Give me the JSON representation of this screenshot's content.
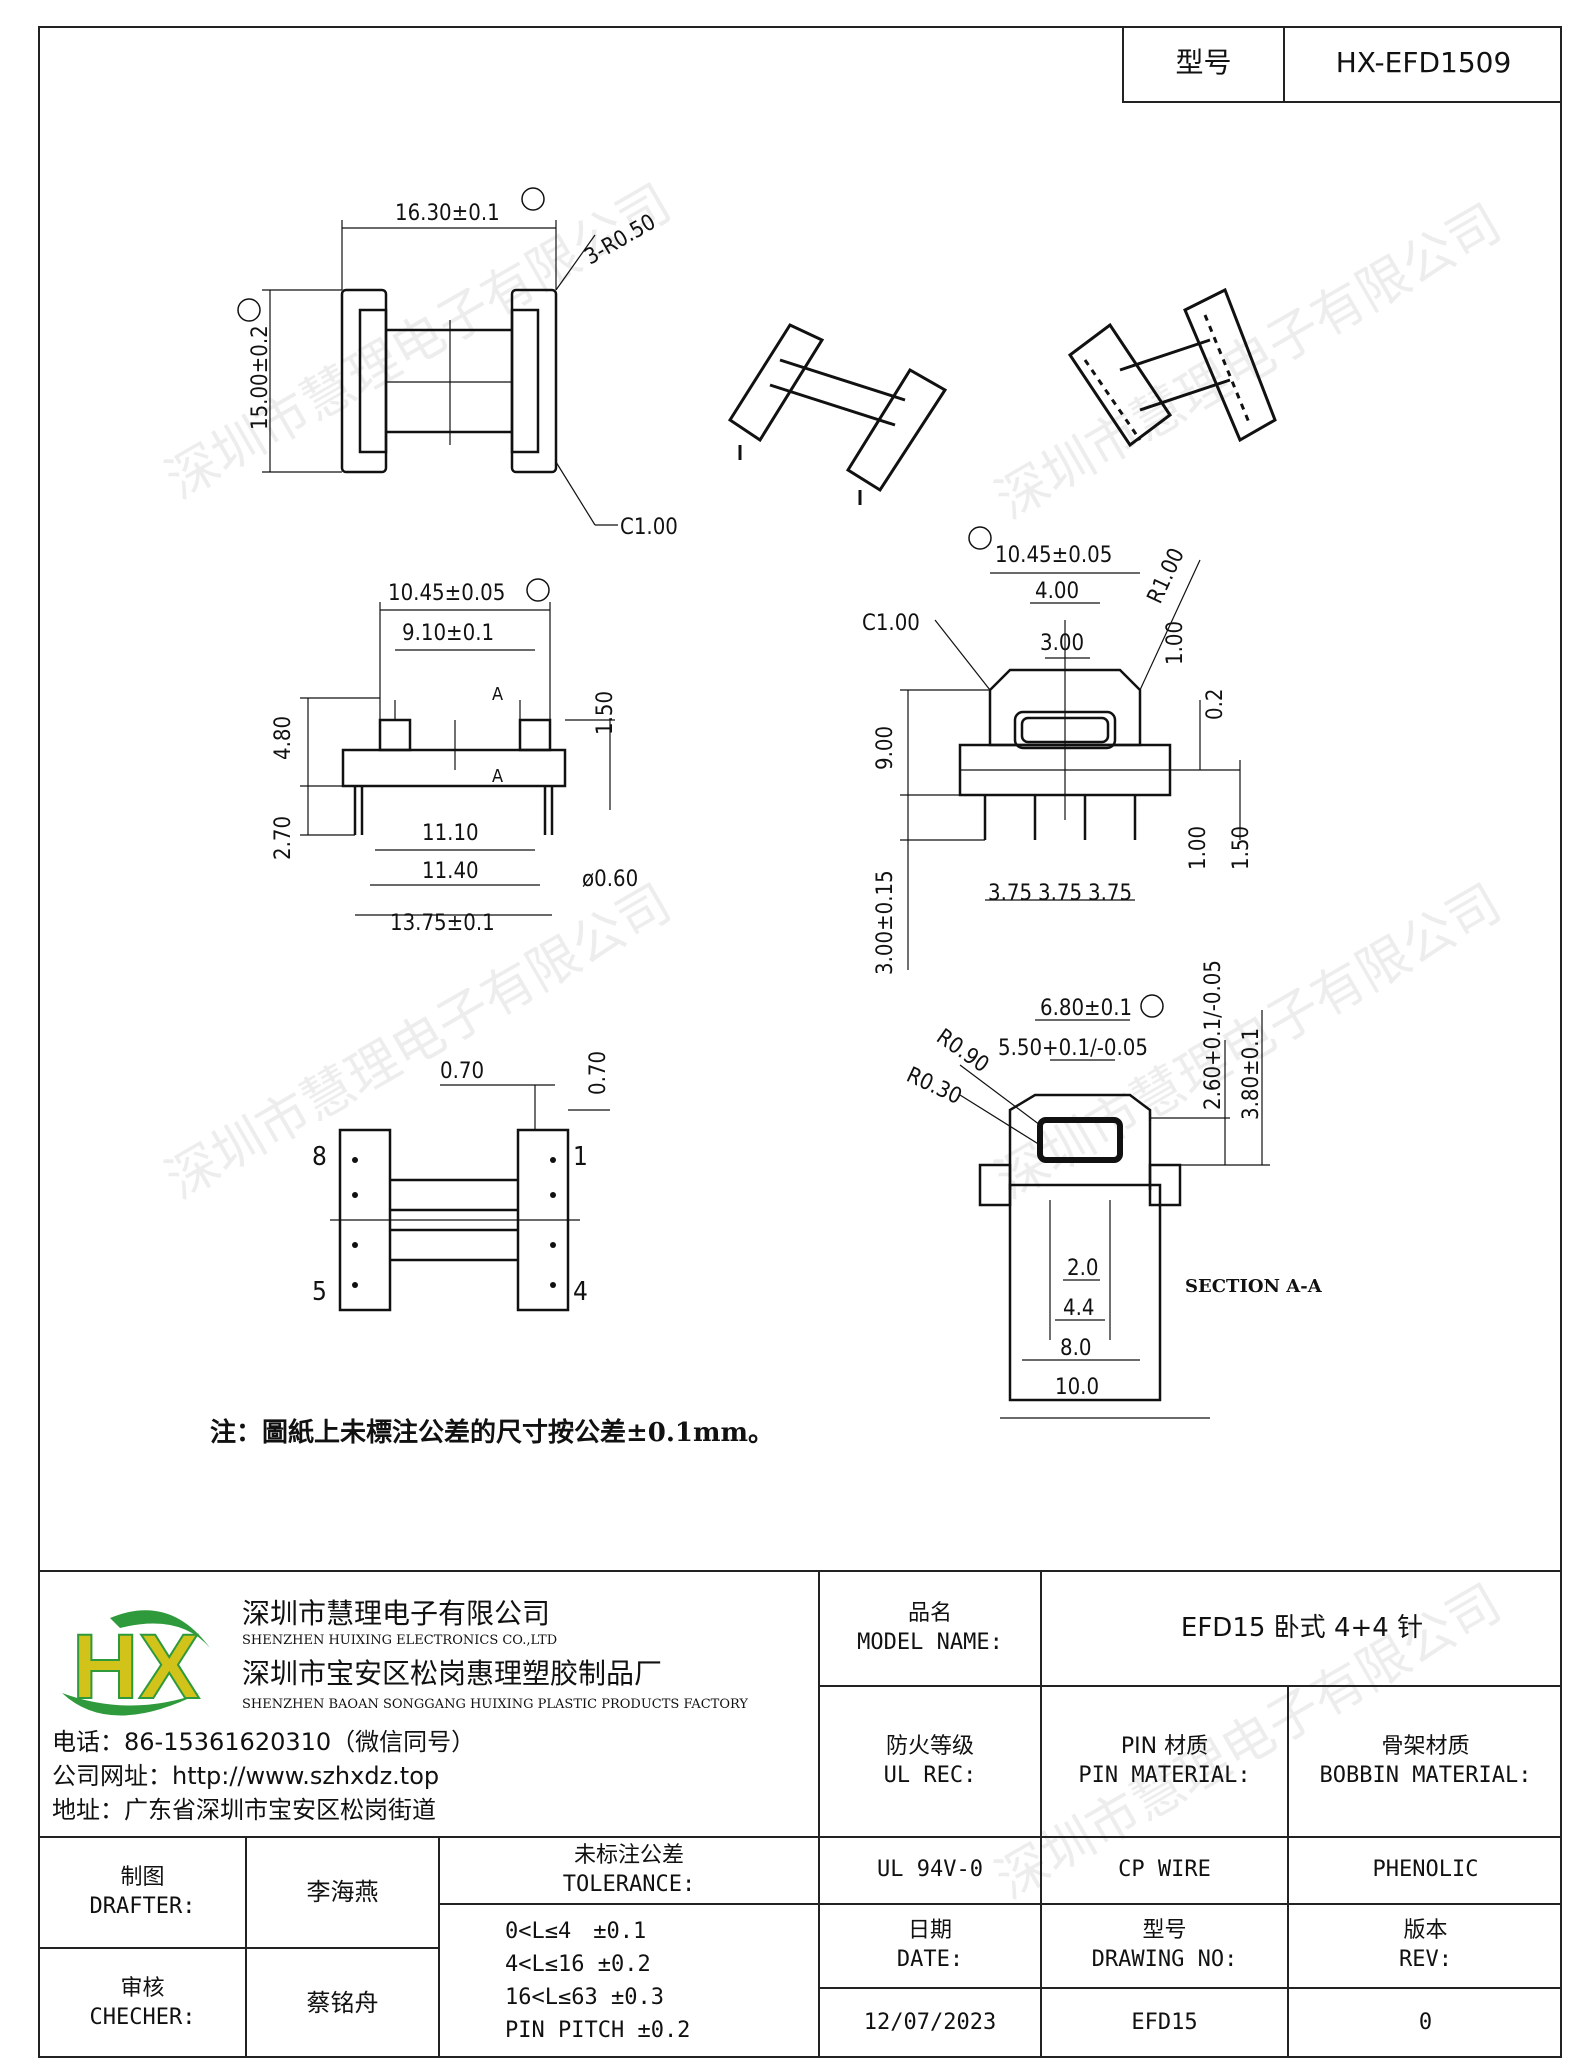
{
  "header": {
    "model_label": "型号",
    "model_value": "HX-EFD1509"
  },
  "drawing": {
    "top_width": "16.30±0.1",
    "top_radius": "3-R0.50",
    "top_height": "15.00±0.2",
    "top_chamfer": "C1.00",
    "front_c": "10.45±0.05",
    "front_inner": "9.10±0.1",
    "front_e": "4.80",
    "front_rib": "1.50",
    "front_f": "2.70",
    "front_span1": "11.10",
    "front_span2": "11.40",
    "front_pin_dia": "ø0.60",
    "front_g": "13.75±0.1",
    "section_mark": "A",
    "side_top": "10.45±0.05",
    "side_400": "4.00",
    "side_300": "3.00",
    "side_r1": "R1.00",
    "side_c1": "C1.00",
    "side_100": "1.00",
    "side_02": "0.2",
    "side_j": "9.00",
    "side_k": "3.00±0.15",
    "side_pitch1": "3.75",
    "side_pitch2": "3.75",
    "side_pitch3": "3.75",
    "side_m": "1.00",
    "side_n": "1.50",
    "bottom_070a": "0.70",
    "bottom_070b": "0.70",
    "pin8": "8",
    "pin1": "1",
    "pin5": "5",
    "pin4": "4",
    "sec_680": "6.80±0.1",
    "sec_550": "5.50+0.1/-0.05",
    "sec_r090": "R0.90",
    "sec_r030": "R0.30",
    "sec_260": "2.60+0.1/-0.05",
    "sec_380": "3.80±0.1",
    "sec_20": "2.0",
    "sec_44": "4.4",
    "sec_80": "8.0",
    "sec_100": "10.0",
    "section_label": "SECTION A-A",
    "note": "注：圖紙上未標注公差的尺寸按公差±0.1mm。"
  },
  "company": {
    "logo_text": "HX",
    "name1": "深圳市慧理电子有限公司",
    "name1_en": "SHENZHEN HUIXING ELECTRONICS CO.,LTD",
    "name2": "深圳市宝安区松岗惠理塑胶制品厂",
    "name2_en": "SHENZHEN BAOAN SONGGANG HUIXING PLASTIC PRODUCTS FACTORY",
    "phone": "电话：86-15361620310（微信同号）",
    "website": "公司网址：http://www.szhxdz.top",
    "address": "地址：广东省深圳市宝安区松岗街道"
  },
  "title_block": {
    "model_name_cn": "品名",
    "model_name_en": "MODEL NAME:",
    "model_name_value": "EFD15 卧式 4+4 针",
    "ul_cn": "防火等级",
    "ul_en": "UL REC:",
    "pin_cn": "PIN 材质",
    "pin_en": "PIN MATERIAL:",
    "bobbin_cn": "骨架材质",
    "bobbin_en": "BOBBIN MATERIAL:",
    "ul_value": "UL 94V-0",
    "pin_value": "CP WIRE",
    "bobbin_value": "PHENOLIC",
    "drafter_cn": "制图",
    "drafter_en": "DRAFTER:",
    "drafter_value": "李海燕",
    "checker_cn": "审核",
    "checker_en": "CHECHER:",
    "checker_value": "蔡铭舟",
    "tol_cn": "未标注公差",
    "tol_en": "TOLERANCE:",
    "tol_lines": [
      "0<L≤4　±0.1",
      "4<L≤16 ±0.2",
      "16<L≤63 ±0.3",
      "PIN PITCH ±0.2"
    ],
    "date_cn": "日期",
    "date_en": "DATE:",
    "date_value": "12/07/2023",
    "dwg_cn": "型号",
    "dwg_en": "DRAWING NO:",
    "dwg_value": "EFD15",
    "rev_cn": "版本",
    "rev_en": "REV:",
    "rev_value": "0"
  },
  "watermark": "深圳市慧理电子有限公司"
}
